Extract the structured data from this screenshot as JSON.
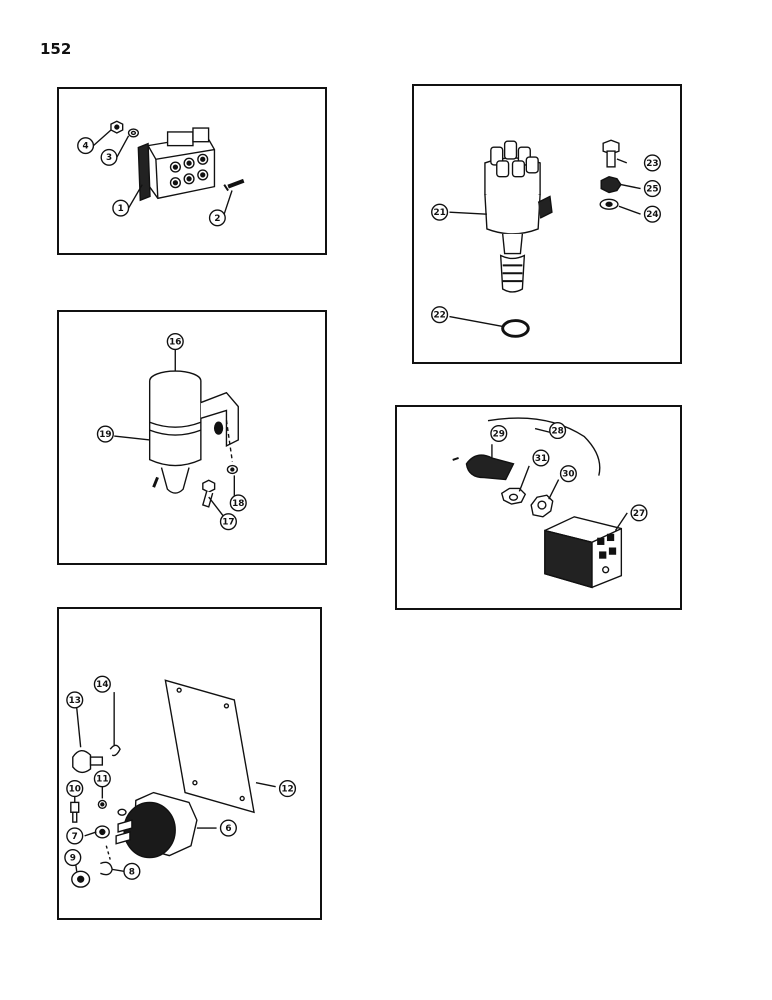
{
  "page": {
    "number": "152"
  },
  "panels": {
    "relay": {
      "callouts": [
        "4",
        "3",
        "1",
        "2"
      ]
    },
    "distributor": {
      "callouts": [
        "23",
        "25",
        "21",
        "24",
        "22"
      ]
    },
    "coil": {
      "callouts": [
        "16",
        "19",
        "18",
        "17"
      ]
    },
    "switch": {
      "callouts": [
        "28",
        "29",
        "31",
        "30",
        "27"
      ]
    },
    "solenoid": {
      "callouts": [
        "13",
        "14",
        "11",
        "10",
        "12",
        "7",
        "6",
        "9",
        "8"
      ]
    }
  }
}
